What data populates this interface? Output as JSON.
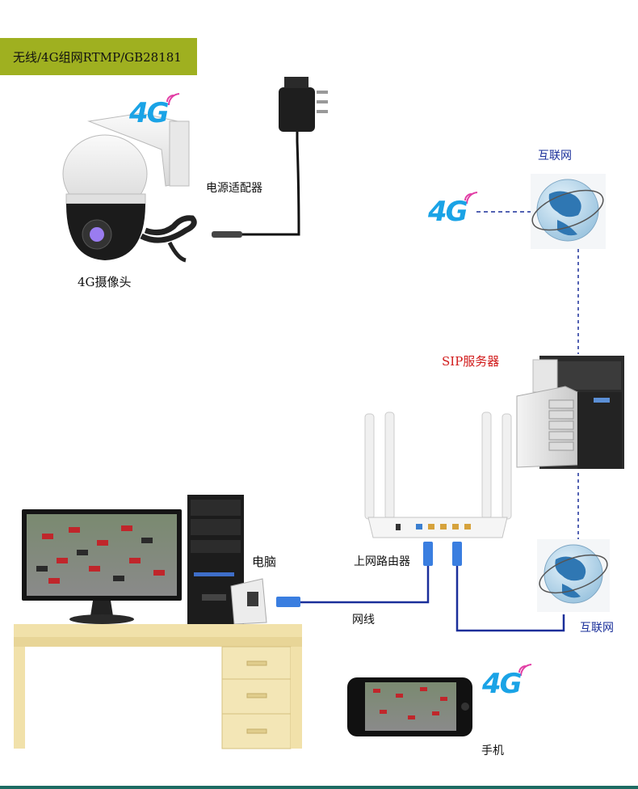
{
  "banner": {
    "text": "无线/4G组网RTMP/GB28181"
  },
  "labels": {
    "power_adapter": "电源适配器",
    "camera": "4G摄像头",
    "internet_top": "互联网",
    "sip_server": "SIP服务器",
    "computer": "电脑",
    "router": "上网路由器",
    "network_cable": "网线",
    "internet_bottom": "互联网",
    "phone": "手机"
  },
  "badges": {
    "g4_camera": "4G",
    "g4_internet": "4G",
    "g4_phone": "4G"
  },
  "colors": {
    "banner": "#9fb020",
    "g4": "#1aa3e6",
    "sip_label": "#d11a1a",
    "internet_label": "#1a2f9a",
    "link_dashed": "#1a2f9a",
    "cable": "#1a2f9a"
  },
  "icons": [
    "camera-icon",
    "power-adapter-icon",
    "globe-icon",
    "server-icon",
    "router-icon",
    "monitor-icon",
    "pc-tower-icon",
    "desk-icon",
    "phone-icon",
    "ethernet-plug-icon"
  ]
}
